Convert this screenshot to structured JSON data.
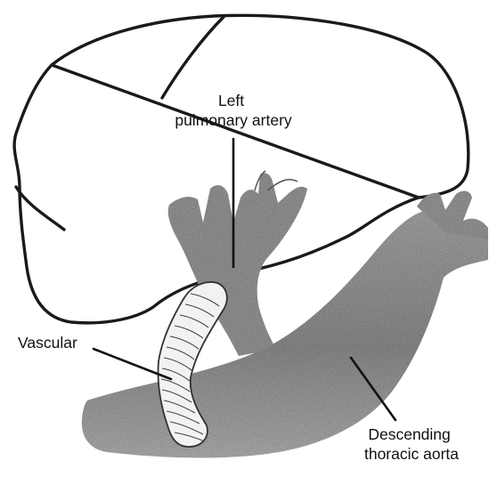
{
  "labels": {
    "left_pulmonary_artery": [
      "Left",
      "pulmonary artery"
    ],
    "vascular": "Vascular",
    "descending_thoracic_aorta": [
      "Descending",
      "thoracic aorta"
    ]
  },
  "colors": {
    "outline": "#1a1a1a",
    "pencil_shading": "#8c8c8c",
    "graft_fill": "#f2f2f2"
  }
}
